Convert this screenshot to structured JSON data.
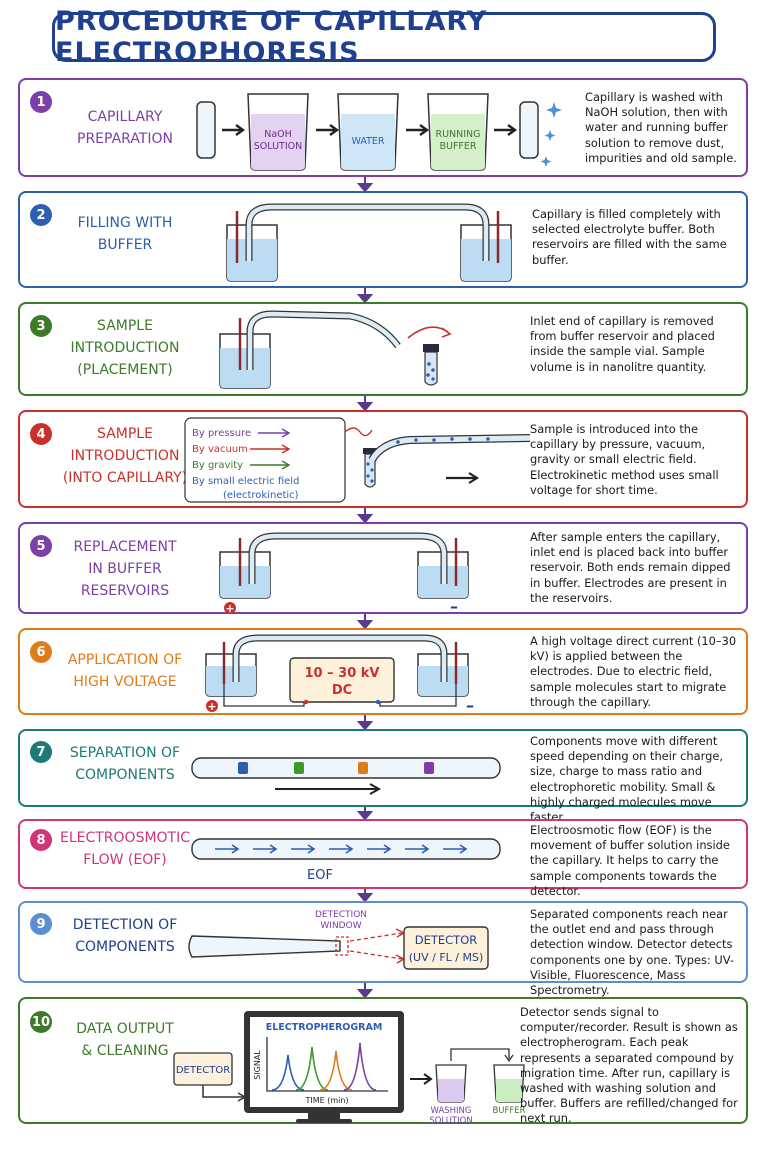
{
  "title": "PROCEDURE OF CAPILLARY ELECTROPHORESIS",
  "steps": [
    {
      "num": "1",
      "title": "CAPILLARY\nPREPARATION",
      "color": "#7b3fa6",
      "desc": "Capillary is washed with NaOH solution, then with water and running buffer solution to remove dust, impurities and old sample.",
      "labels": {
        "naoh": "NaOH\nSOLUTION",
        "water": "WATER",
        "running": "RUNNING\nBUFFER"
      }
    },
    {
      "num": "2",
      "title": "FILLING WITH\nBUFFER",
      "color": "#2d5fb0",
      "desc": "Capillary is filled completely with selected electrolyte buffer. Both reservoirs are filled with the same buffer."
    },
    {
      "num": "3",
      "title": "SAMPLE\nINTRODUCTION\n(PLACEMENT)",
      "color": "#3d7a2a",
      "desc": "Inlet end of capillary is removed from buffer reservoir and placed inside the sample vial. Sample volume is in nanolitre quantity."
    },
    {
      "num": "4",
      "title": "SAMPLE\nINTRODUCTION\n(INTO CAPILLARY)",
      "color": "#c8312b",
      "desc": "Sample is introduced into the capillary by pressure, vacuum, gravity or small electric field. Electrokinetic method uses small voltage for short time.",
      "methods": [
        {
          "text": "By pressure",
          "color": "#7b3fa6"
        },
        {
          "text": "By vacuum",
          "color": "#c8312b"
        },
        {
          "text": "By gravity",
          "color": "#3d7a2a"
        },
        {
          "text": "By small electric field",
          "color": "#2d5fb0"
        },
        {
          "text": "(electrokinetic)",
          "color": "#2d5fb0"
        }
      ]
    },
    {
      "num": "5",
      "title": "REPLACEMENT\nIN BUFFER\nRESERVOIRS",
      "color": "#7b3fa6",
      "desc": "After sample enters the capillary, inlet end is placed back into buffer reservoir. Both ends remain dipped in buffer. Electrodes are present in the reservoirs.",
      "plus": "+",
      "minus": "–"
    },
    {
      "num": "6",
      "title": "APPLICATION OF\nHIGH VOLTAGE",
      "color": "#e07b1a",
      "desc": "A high voltage direct current (10–30 kV) is applied between the electrodes. Due to electric field, sample molecules start to migrate through the capillary.",
      "voltage": "10 – 30 kV",
      "dc": "DC",
      "plus": "+",
      "minus": "–"
    },
    {
      "num": "7",
      "title": "SEPARATION OF\nCOMPONENTS",
      "color": "#1e7a78",
      "desc": "Components move with different speed depending on their charge, size, charge to mass ratio and electrophoretic mobility. Small & highly charged molecules move faster."
    },
    {
      "num": "8",
      "title": "ELECTROOSMOTIC\nFLOW (EOF)",
      "color": "#d0357a",
      "desc": "Electroosmotic flow (EOF) is the movement of buffer solution inside the capillary. It helps to carry the sample components towards the detector.",
      "eof": "EOF"
    },
    {
      "num": "9",
      "title": "DETECTION OF\nCOMPONENTS",
      "color": "#5b8fd0",
      "desc": "Separated components reach near the outlet end and pass through detection window. Detector detects components one by one. Types: UV-Visible, Fluorescence, Mass Spectrometry.",
      "window": "DETECTION\nWINDOW",
      "detector": "DETECTOR",
      "types": "(UV / FL / MS)"
    },
    {
      "num": "10",
      "title": "DATA OUTPUT\n& CLEANING",
      "color": "#3d7a2a",
      "desc": "Detector sends signal to computer/recorder. Result is shown as electropherogram. Each peak represents a separated compound by migration time. After run, capillary is washed with washing solution and buffer. Buffers are refilled/changed for next run.",
      "detector": "DETECTOR",
      "graph_title": "ELECTROPHEROGRAM",
      "signal": "SIGNAL",
      "time": "TIME (min)",
      "washing": "WASHING\nSOLUTION",
      "buffer": "BUFFER"
    }
  ]
}
